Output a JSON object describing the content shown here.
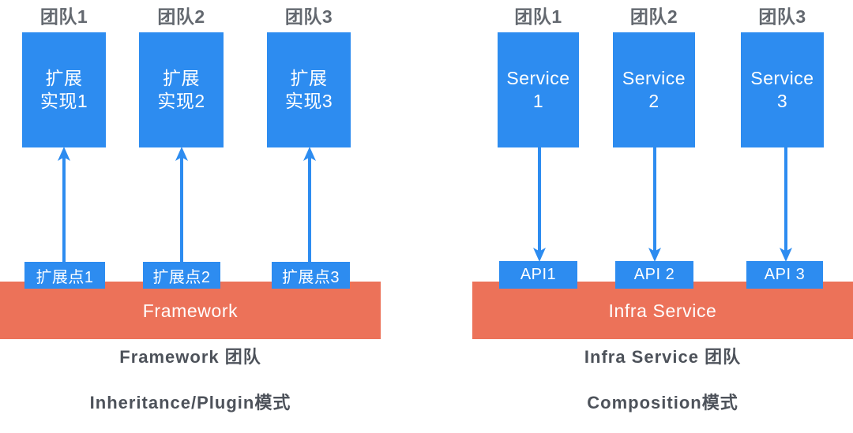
{
  "colors": {
    "background": "#ffffff",
    "box_blue": "#2d8cf0",
    "bar_orange": "#ec7259",
    "label_gray": "#63686f",
    "caption_gray": "#4d525a",
    "box_text": "#ffffff"
  },
  "left_panel": {
    "team_labels": [
      "团队1",
      "团队2",
      "团队3"
    ],
    "boxes": [
      {
        "line1": "扩展",
        "line2": "实现1"
      },
      {
        "line1": "扩展",
        "line2": "实现2"
      },
      {
        "line1": "扩展",
        "line2": "实现3"
      }
    ],
    "tags": [
      "扩展点1",
      "扩展点2",
      "扩展点3"
    ],
    "bar_label": "Framework",
    "caption_team": "Framework 团队",
    "caption_mode": "Inheritance/Plugin模式",
    "arrow_direction": "up"
  },
  "right_panel": {
    "team_labels": [
      "团队1",
      "团队2",
      "团队3"
    ],
    "boxes": [
      {
        "line1": "Service",
        "line2": "1"
      },
      {
        "line1": "Service",
        "line2": "2"
      },
      {
        "line1": "Service",
        "line2": "3"
      }
    ],
    "tags": [
      "API1",
      "API 2",
      "API 3"
    ],
    "bar_label": "Infra Service",
    "caption_team": "Infra Service 团队",
    "caption_mode": "Composition模式",
    "arrow_direction": "down"
  }
}
